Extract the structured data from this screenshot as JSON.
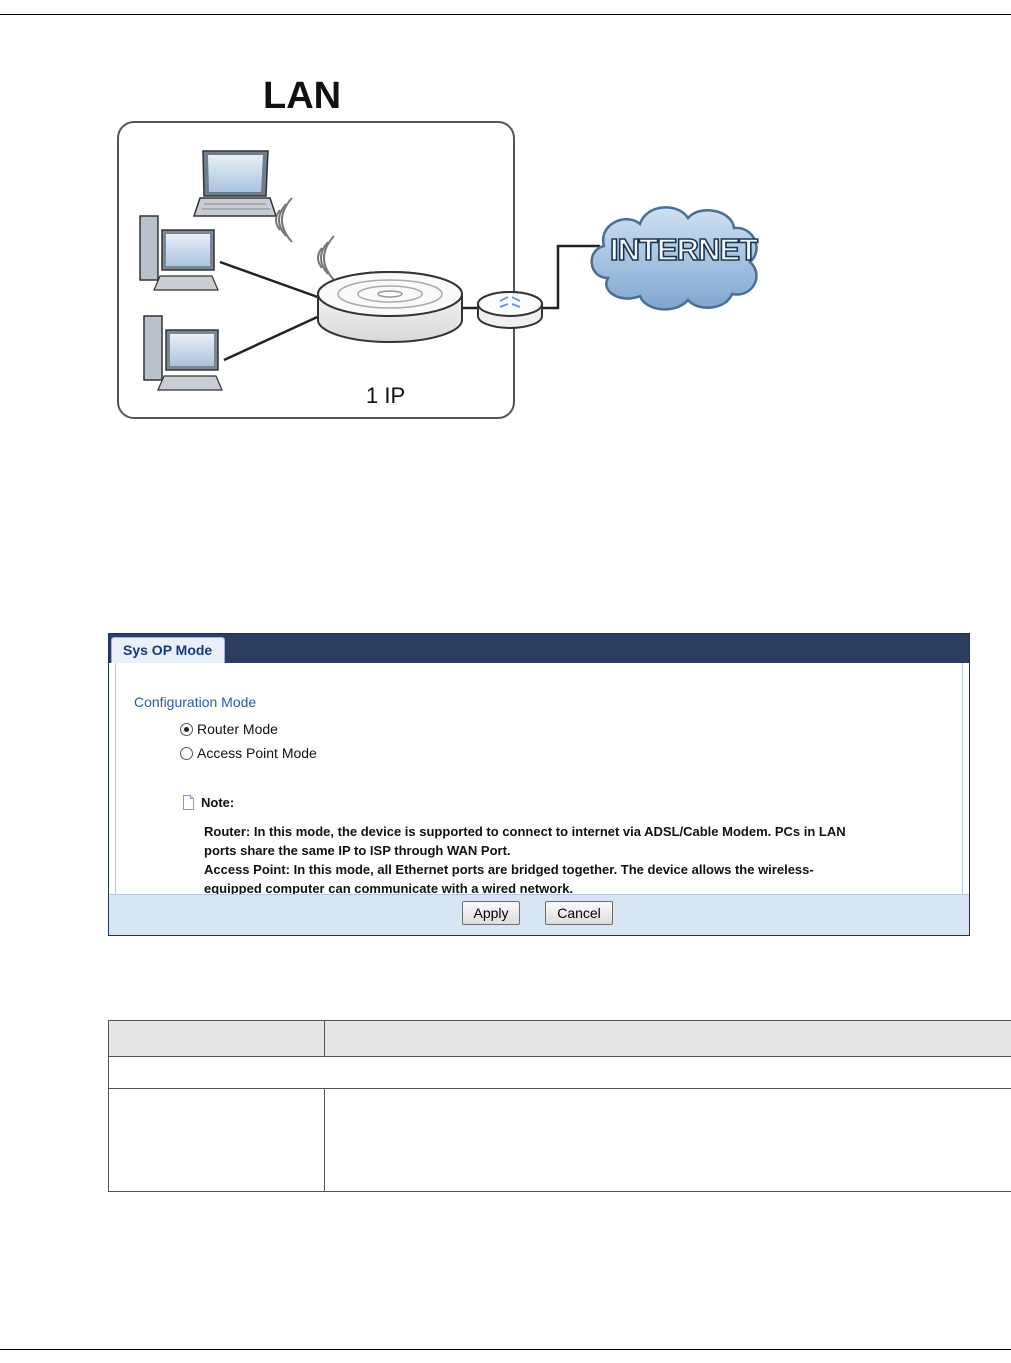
{
  "diagram": {
    "title": "LAN",
    "ip_label": "1 IP",
    "cloud_label": "INTERNET"
  },
  "panel": {
    "tab_label": "Sys OP Mode",
    "section_title": "Configuration Mode",
    "options": [
      {
        "label": "Router Mode",
        "selected": true
      },
      {
        "label": "Access Point Mode",
        "selected": false
      }
    ],
    "note_label": "Note:",
    "note_lines": [
      "Router: In this mode, the device is supported to connect to internet via ADSL/Cable Modem. PCs in LAN",
      "ports share the same IP to ISP through WAN Port.",
      "Access Point: In this mode, all Ethernet ports are bridged together. The device allows the wireless-",
      "equipped computer can communicate with a wired network."
    ],
    "apply_label": "Apply",
    "cancel_label": "Cancel"
  },
  "colors": {
    "header_bar": "#2b3e62",
    "footer_bar": "#d7e5f5",
    "section_title": "#2c5aa7",
    "cloud_fill": "#8fb3d8"
  }
}
